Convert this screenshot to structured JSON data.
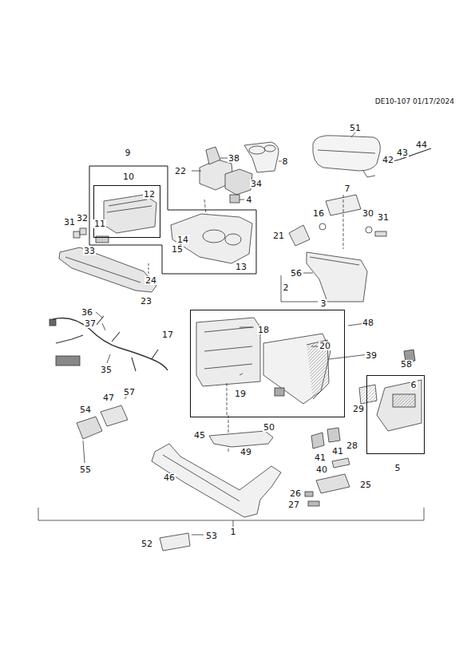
{
  "diagram": {
    "nodes": [
      {
        "text": [
          "9"
        ]
      },
      {
        "text": [
          "10"
        ],
        "in": 0
      },
      {
        "text": [
          "17"
        ]
      },
      {
        "text": [
          "5"
        ]
      }
    ],
    "edges": [],
    "labels": [
      "DE10-107 01/17/2024",
      "51",
      "38",
      "8",
      "44",
      "43",
      "42",
      "22",
      "34",
      "12",
      "7",
      "4",
      "16",
      "30",
      "31",
      "31",
      "32",
      "11",
      "21",
      "14",
      "15",
      "33",
      "13",
      "56",
      "24",
      "2",
      "23",
      "3",
      "36",
      "37",
      "48",
      "18",
      "20",
      "39",
      "58",
      "6",
      "35",
      "29",
      "19",
      "57",
      "47",
      "50",
      "54",
      "45",
      "28",
      "41",
      "41",
      "49",
      "55",
      "40",
      "46",
      "25",
      "26",
      "27",
      "1",
      "52",
      "53"
    ]
  }
}
